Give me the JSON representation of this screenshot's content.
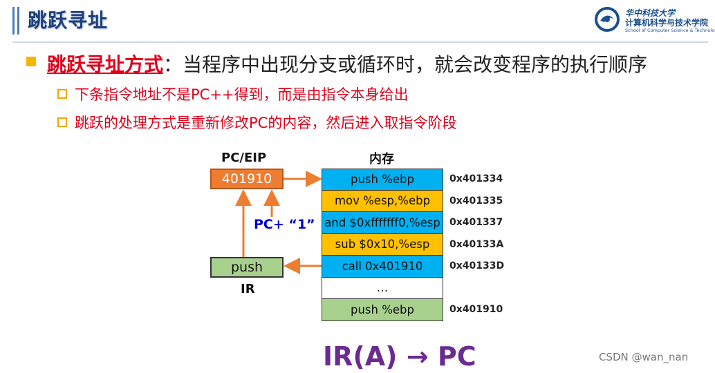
{
  "header": {
    "title": "跳跃寻址"
  },
  "logo": {
    "line1": "华中科技大学",
    "line2": "计算机科学与技术学院",
    "line3": "School of Computer Science & Technology, HUST"
  },
  "main": {
    "heading_highlight": "跳跃寻址方式",
    "heading_colon": "：",
    "heading_rest": "当程序中出现分支或循环时，就会改变程序的执行顺序",
    "bullets": [
      "下条指令地址不是PC++得到，而是由指令本身给出",
      "跳跃的处理方式是重新修改PC的内容，然后进入取指令阶段"
    ]
  },
  "diagram": {
    "pc_label": "PC/EIP",
    "pc_value": "401910",
    "ir_label": "IR",
    "ir_value": "push",
    "pc_plus": "PC+ “1”",
    "memory_label": "内存",
    "memory": [
      {
        "text": "push %ebp",
        "addr": "0x401334",
        "color": "#00b0f0"
      },
      {
        "text": "mov %esp,%ebp",
        "addr": "0x401335",
        "color": "#ffc000"
      },
      {
        "text": "and $0xfffffff0,%esp",
        "addr": "0x401337",
        "color": "#00b0f0"
      },
      {
        "text": "sub $0x10,%esp",
        "addr": "0x40133A",
        "color": "#ffc000"
      },
      {
        "text": "call 0x401910",
        "addr": "0x40133D",
        "color": "#00b0f0"
      },
      {
        "text": "…",
        "addr": "",
        "color": "#ffffff"
      },
      {
        "text": "push %ebp",
        "addr": "0x401910",
        "color": "#a9d18e"
      }
    ],
    "arrow_color": "#ed7d31"
  },
  "formula": "IR(A) → PC",
  "watermark": "CSDN @wan_nan"
}
